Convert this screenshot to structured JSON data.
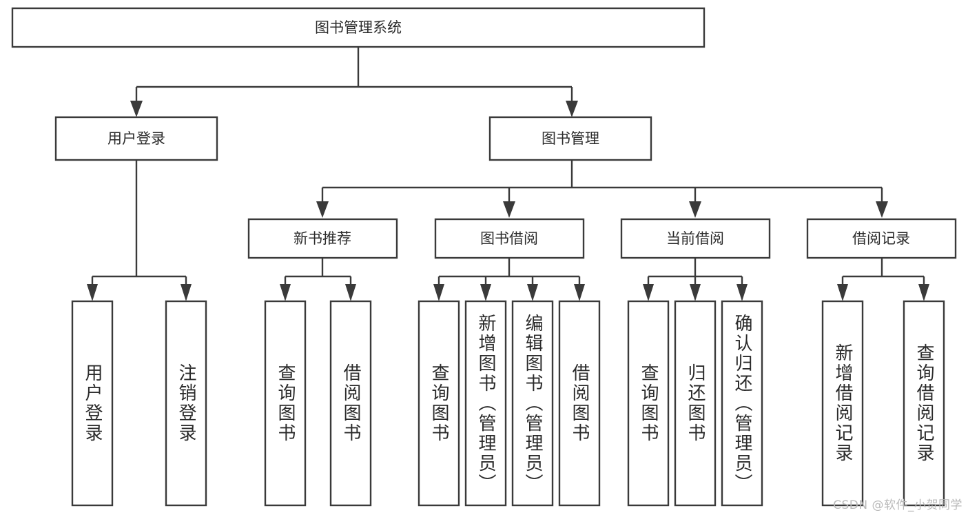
{
  "diagram": {
    "type": "tree",
    "title": "图书管理系统",
    "watermark": "CSDN @软件_小贺同学",
    "root": {
      "id": "root",
      "label": "图书管理系统"
    },
    "level2": [
      {
        "id": "user-login",
        "label": "用户登录"
      },
      {
        "id": "book-management",
        "label": "图书管理"
      }
    ],
    "level3": [
      {
        "id": "new-book-recommend",
        "label": "新书推荐",
        "parent": "book-management"
      },
      {
        "id": "book-borrow",
        "label": "图书借阅",
        "parent": "book-management"
      },
      {
        "id": "current-borrow",
        "label": "当前借阅",
        "parent": "book-management"
      },
      {
        "id": "borrow-record",
        "label": "借阅记录",
        "parent": "book-management"
      }
    ],
    "leaves": [
      {
        "id": "leaf-user-login",
        "label": "用户登录",
        "parent": "user-login"
      },
      {
        "id": "leaf-logout-login",
        "label": "注销登录",
        "parent": "user-login"
      },
      {
        "id": "leaf-query-book-1",
        "label": "查询图书",
        "parent": "new-book-recommend"
      },
      {
        "id": "leaf-borrow-book-1",
        "label": "借阅图书",
        "parent": "new-book-recommend"
      },
      {
        "id": "leaf-query-book-2",
        "label": "查询图书",
        "parent": "book-borrow"
      },
      {
        "id": "leaf-add-book",
        "label": "新增图书（管理员）",
        "parent": "book-borrow"
      },
      {
        "id": "leaf-edit-book",
        "label": "编辑图书（管理员）",
        "parent": "book-borrow"
      },
      {
        "id": "leaf-borrow-book-2",
        "label": "借阅图书",
        "parent": "book-borrow"
      },
      {
        "id": "leaf-query-book-3",
        "label": "查询图书",
        "parent": "current-borrow"
      },
      {
        "id": "leaf-return-book",
        "label": "归还图书",
        "parent": "current-borrow"
      },
      {
        "id": "leaf-confirm-return",
        "label": "确认归还（管理员）",
        "parent": "current-borrow"
      },
      {
        "id": "leaf-add-record",
        "label": "新增借阅记录",
        "parent": "borrow-record"
      },
      {
        "id": "leaf-query-record",
        "label": "查询借阅记录",
        "parent": "borrow-record"
      }
    ],
    "colors": {
      "stroke": "#3a3a3a",
      "fill": "#ffffff",
      "text": "#2b2b2b",
      "watermark": "#b9b9b9",
      "background": "#ffffff"
    }
  }
}
